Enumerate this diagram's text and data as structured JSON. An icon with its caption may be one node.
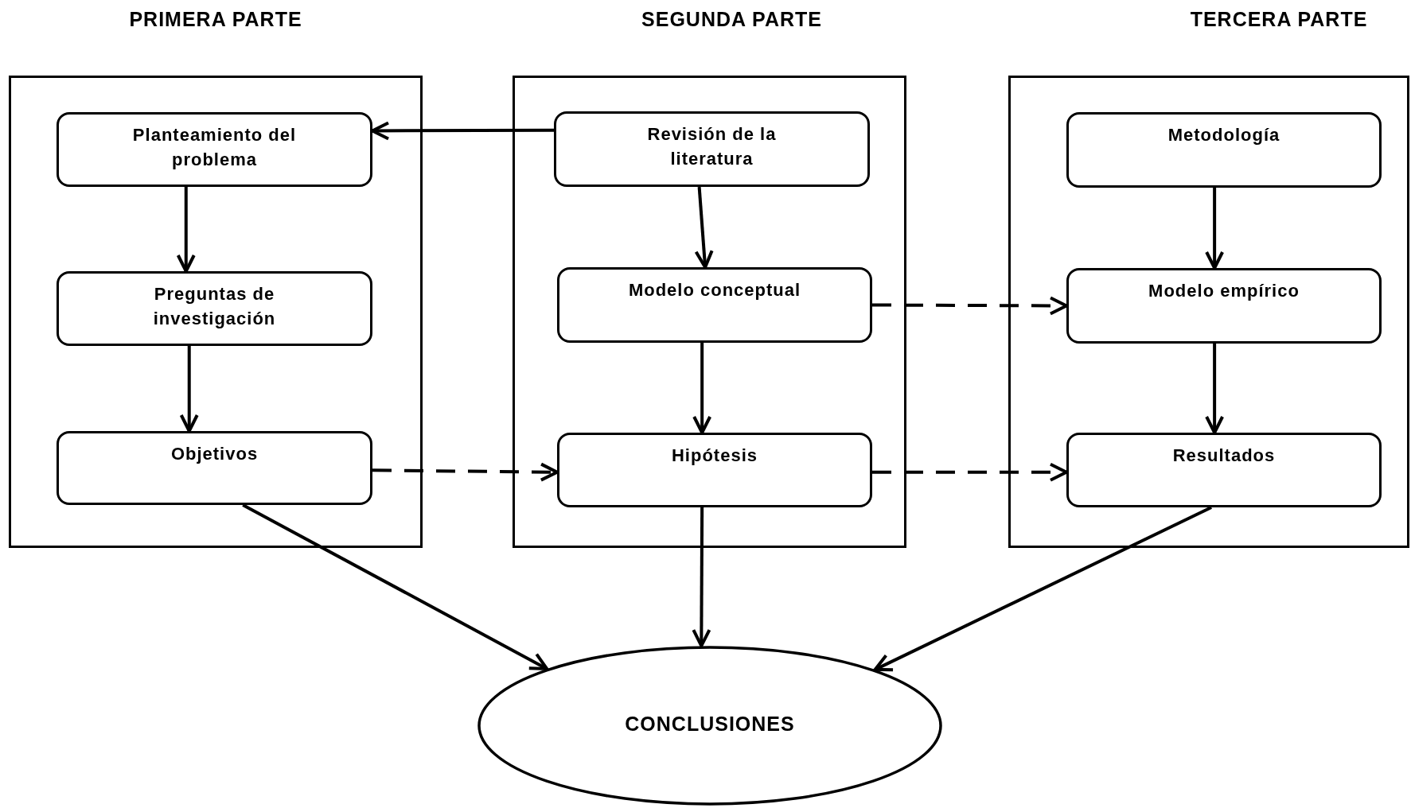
{
  "diagram": {
    "nodes": [
      {
        "text": [
          "PRIMERA PARTE"
        ]
      },
      {
        "text": [
          "Planteamiento del problema"
        ],
        "in": 0
      },
      {
        "text": [
          "Preguntas de investigación"
        ],
        "in": 0
      },
      {
        "text": [
          "Objetivos"
        ],
        "in": 0
      },
      {
        "text": [
          "SEGUNDA PARTE"
        ]
      },
      {
        "text": [
          "Revisión de la literatura"
        ],
        "in": 4
      },
      {
        "text": [
          "Modelo conceptual"
        ],
        "in": 4
      },
      {
        "text": [
          "Hipótesis"
        ],
        "in": 4
      },
      {
        "text": [
          "TERCERA PARTE"
        ]
      },
      {
        "text": [
          "Metodología"
        ],
        "in": 8
      },
      {
        "text": [
          "Modelo empírico"
        ],
        "in": 8
      },
      {
        "text": [
          "Resultados"
        ],
        "in": 8
      },
      {
        "text": [
          "CONCLUSIONES"
        ]
      }
    ],
    "edges": [
      {
        "from": 5,
        "to": 1,
        "arrow": "to"
      },
      {
        "from": 1,
        "to": 2,
        "arrow": "to"
      },
      {
        "from": 2,
        "to": 3,
        "arrow": "to"
      },
      {
        "from": 5,
        "to": 6,
        "arrow": "to"
      },
      {
        "from": 6,
        "to": 7,
        "arrow": "to"
      },
      {
        "from": 9,
        "to": 10,
        "arrow": "to"
      },
      {
        "from": 10,
        "to": 11,
        "arrow": "to"
      },
      {
        "from": 3,
        "to": 7,
        "arrow": "to",
        "style": "dashed"
      },
      {
        "from": 6,
        "to": 10,
        "arrow": "to",
        "style": "dashed"
      },
      {
        "from": 7,
        "to": 11,
        "arrow": "to",
        "style": "dashed"
      },
      {
        "from": 3,
        "to": 12,
        "arrow": "to"
      },
      {
        "from": 7,
        "to": 12,
        "arrow": "to"
      },
      {
        "from": 11,
        "to": 12,
        "arrow": "to"
      }
    ]
  }
}
